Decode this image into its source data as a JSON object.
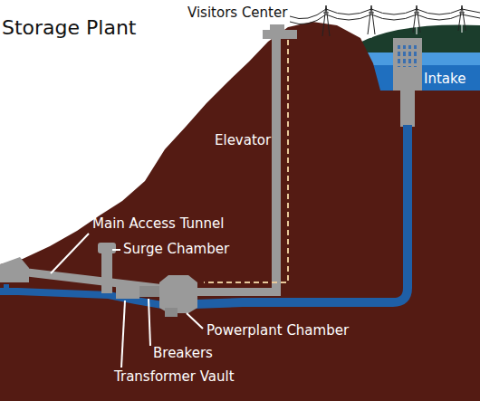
{
  "diagram": {
    "title": "Storage Plant",
    "labels": [
      "Visitors Center",
      "Intake",
      "Elevator",
      "Main Access Tunnel",
      "Surge Chamber",
      "Powerplant Chamber",
      "Breakers",
      "Transformer Vault"
    ]
  }
}
